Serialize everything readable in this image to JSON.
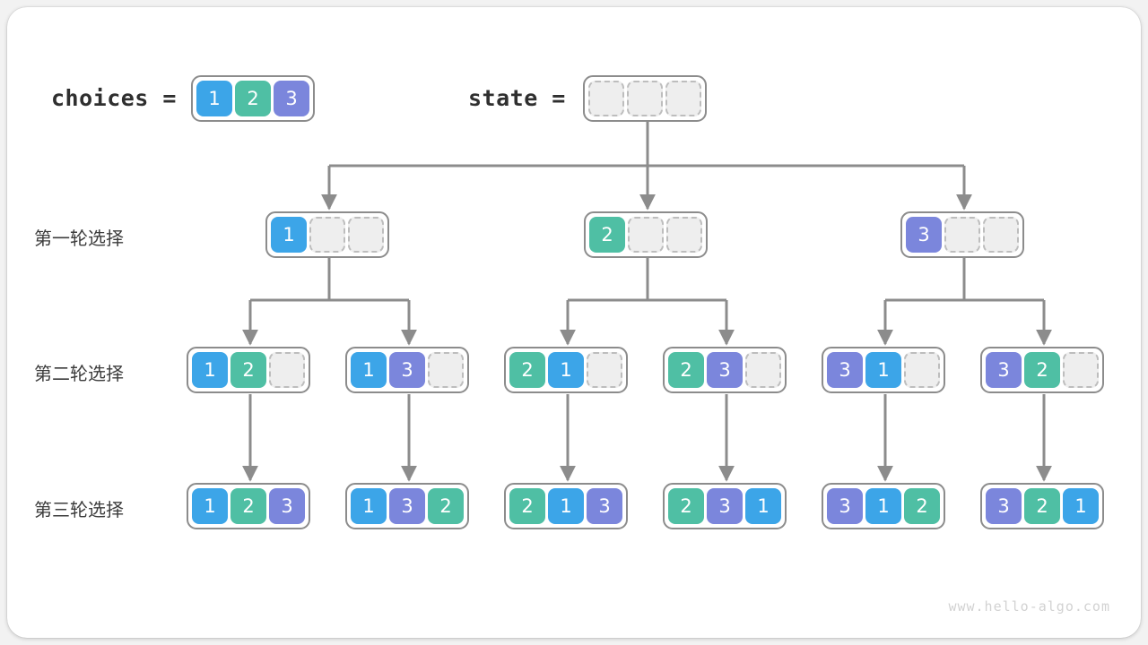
{
  "palette": {
    "value_1": "#3CA5E8",
    "value_2": "#4FBFA4",
    "value_3": "#7B86DC",
    "empty_fill": "#eeeeee",
    "empty_border": "#bdbdbd",
    "box_border": "#8c8c8c",
    "edge": "#8c8c8c",
    "card": "#ffffff",
    "backdrop": "#f2f2f2",
    "text": "#3c3c3c",
    "watermark": "#d2d2d2"
  },
  "header": {
    "choices_label": "choices =",
    "state_label": "state =",
    "choices_values": [
      "1",
      "2",
      "3"
    ],
    "state_values": [
      "",
      "",
      ""
    ]
  },
  "row_labels": [
    "第一轮选择",
    "第二轮选择",
    "第三轮选择"
  ],
  "levels": {
    "level1": [
      {
        "cells": [
          "1",
          "",
          ""
        ]
      },
      {
        "cells": [
          "2",
          "",
          ""
        ]
      },
      {
        "cells": [
          "3",
          "",
          ""
        ]
      }
    ],
    "level2": [
      {
        "cells": [
          "1",
          "2",
          ""
        ]
      },
      {
        "cells": [
          "1",
          "3",
          ""
        ]
      },
      {
        "cells": [
          "2",
          "1",
          ""
        ]
      },
      {
        "cells": [
          "2",
          "3",
          ""
        ]
      },
      {
        "cells": [
          "3",
          "1",
          ""
        ]
      },
      {
        "cells": [
          "3",
          "2",
          ""
        ]
      }
    ],
    "level3": [
      {
        "cells": [
          "1",
          "2",
          "3"
        ]
      },
      {
        "cells": [
          "1",
          "3",
          "2"
        ]
      },
      {
        "cells": [
          "2",
          "1",
          "3"
        ]
      },
      {
        "cells": [
          "2",
          "3",
          "1"
        ]
      },
      {
        "cells": [
          "3",
          "1",
          "2"
        ]
      },
      {
        "cells": [
          "3",
          "2",
          "1"
        ]
      }
    ]
  },
  "watermark": "www.hello-algo.com"
}
